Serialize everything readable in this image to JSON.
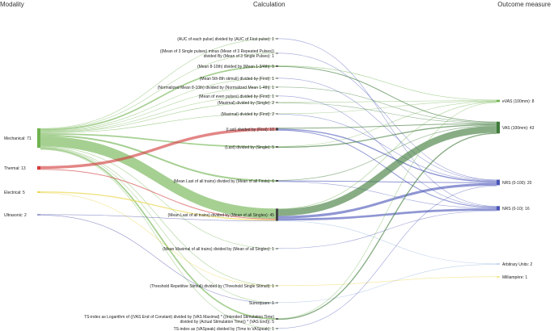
{
  "headers": {
    "left": "Modality",
    "middle": "Calculation",
    "right": "Outcome measure"
  },
  "chart_data": {
    "type": "sankey",
    "columns": [
      "Modality",
      "Calculation",
      "Outcome measure"
    ],
    "colors": {
      "mechanical": "#6fb34f",
      "thermal": "#d23b3b",
      "electrical": "#e8d23a",
      "ultrasonic": "#3a3fa0",
      "calc_to_vas": "#3f7a3a",
      "calc_to_nrs": "#4a55b8",
      "calc_to_other": "#8fb0e0"
    },
    "nodes": [
      {
        "id": "mech",
        "col": 0,
        "label": "Mechanical: 71",
        "value": 71,
        "color": "#6fb34f"
      },
      {
        "id": "therm",
        "col": 0,
        "label": "Thermal: 13",
        "value": 13,
        "color": "#d23b3b"
      },
      {
        "id": "elec",
        "col": 0,
        "label": "Electrical: 5",
        "value": 5,
        "color": "#e8d23a"
      },
      {
        "id": "ultra",
        "col": 0,
        "label": "Ultrasonic: 2",
        "value": 2,
        "color": "#3a3fa0"
      },
      {
        "id": "c1",
        "col": 1,
        "label": "(AUC of each pulse) divided by (AUC of First pulse): 1",
        "value": 1
      },
      {
        "id": "c2",
        "col": 1,
        "label": "((Mean of 3 Single pulses) minus (Mean of 3 Repeated Pulses)) divided By (Mean of 3 Single Pulses): 1",
        "lines": [
          "((Mean of 3 Single pulses) minus (Mean of 3 Repeated Pulses))",
          "divided By (Mean of 3 Single Pulses): 1"
        ],
        "value": 1
      },
      {
        "id": "c3",
        "col": 1,
        "label": "(Mean 8-10th) divided by (Mean 1-3/4th): 5",
        "value": 5
      },
      {
        "id": "c4",
        "col": 1,
        "label": "(Mean 5th-8th stimuli) divided by (First): 1",
        "value": 1
      },
      {
        "id": "c5",
        "col": 1,
        "label": "(Normalized Mean 8-10th) divided by (Normalized Mean 1-4th): 1",
        "value": 1
      },
      {
        "id": "c6",
        "col": 1,
        "label": "(Mean of even pulses) divided by (First): 1",
        "value": 1
      },
      {
        "id": "c7",
        "col": 1,
        "label": "(Maximal) divided by (Single): 2",
        "value": 2
      },
      {
        "id": "c8",
        "col": 1,
        "label": "(Maximal) divided by (First): 2",
        "value": 2
      },
      {
        "id": "c9",
        "col": 1,
        "label": "(Last) divided by (First): 10",
        "value": 10
      },
      {
        "id": "c10",
        "col": 1,
        "label": "(Last) divided by (Single): 5",
        "value": 5
      },
      {
        "id": "c11",
        "col": 1,
        "label": "(Mean Last of all trains) divided by (Mean of all Firsts): 6",
        "value": 6
      },
      {
        "id": "c12",
        "col": 1,
        "label": "(Mean Last of all trains) divided by (Mean of all Singles): 45",
        "value": 45
      },
      {
        "id": "c13",
        "col": 1,
        "label": "(Mean Maximal of all trains) divided by (Mean of all Singles): 1",
        "value": 1
      },
      {
        "id": "c14",
        "col": 1,
        "label": "(Threshold Repetitive Stimuli) divided by (Threshold Single Stimuli): 1",
        "value": 1
      },
      {
        "id": "c15",
        "col": 1,
        "label": "Sumsquare: 1",
        "value": 1
      },
      {
        "id": "c16",
        "col": 1,
        "label": "TS-index as Logarithm of ((VAS End of Constant) divided by (VAS Maximal) * ((Intended Stimulation Time) divided by (Actual Stimulation Time)) * (VAS End)): 5",
        "lines": [
          "TS-index as Logarithm of ((VAS End of Constant) divided by (VAS Maximal) * ((Intended Stimulation Time)",
          "divided by (Actual Stimulation Time)) * (VAS End)): 5"
        ],
        "value": 5
      },
      {
        "id": "c17",
        "col": 1,
        "label": "TS-index as (VASpeak) divided by (Time to VASpeak): 1",
        "value": 1
      },
      {
        "id": "o1",
        "col": 2,
        "label": "eVAS (100mm): 8",
        "value": 8,
        "color": "#6fb34f"
      },
      {
        "id": "o2",
        "col": 2,
        "label": "VAS (100mm): 43",
        "value": 43,
        "color": "#3f7a3a"
      },
      {
        "id": "o3",
        "col": 2,
        "label": "NRS (0-100): 20",
        "value": 20,
        "color": "#4a55b8"
      },
      {
        "id": "o4",
        "col": 2,
        "label": "NRS (0-10): 16",
        "value": 16,
        "color": "#4a55b8"
      },
      {
        "id": "o5",
        "col": 2,
        "label": "Arbitrary Units: 2",
        "value": 2,
        "color": "#8fb0e0"
      },
      {
        "id": "o6",
        "col": 2,
        "label": "Milliampère: 1",
        "value": 1,
        "color": "#e8d23a"
      }
    ],
    "links": [
      {
        "source": "mech",
        "target": "c1",
        "value": 1
      },
      {
        "source": "mech",
        "target": "c2",
        "value": 1
      },
      {
        "source": "mech",
        "target": "c3",
        "value": 5
      },
      {
        "source": "mech",
        "target": "c4",
        "value": 1
      },
      {
        "source": "mech",
        "target": "c5",
        "value": 1
      },
      {
        "source": "mech",
        "target": "c6",
        "value": 1
      },
      {
        "source": "mech",
        "target": "c7",
        "value": 2
      },
      {
        "source": "mech",
        "target": "c8",
        "value": 2
      },
      {
        "source": "mech",
        "target": "c10",
        "value": 5
      },
      {
        "source": "mech",
        "target": "c11",
        "value": 6
      },
      {
        "source": "mech",
        "target": "c12",
        "value": 37
      },
      {
        "source": "mech",
        "target": "c13",
        "value": 1
      },
      {
        "source": "mech",
        "target": "c14",
        "value": 1
      },
      {
        "source": "mech",
        "target": "c15",
        "value": 1
      },
      {
        "source": "mech",
        "target": "c16",
        "value": 5
      },
      {
        "source": "mech",
        "target": "c17",
        "value": 1
      },
      {
        "source": "therm",
        "target": "c9",
        "value": 10
      },
      {
        "source": "therm",
        "target": "c12",
        "value": 3
      },
      {
        "source": "elec",
        "target": "c12",
        "value": 4
      },
      {
        "source": "elec",
        "target": "c14",
        "value": 1
      },
      {
        "source": "ultra",
        "target": "c12",
        "value": 1
      },
      {
        "source": "ultra",
        "target": "c15",
        "value": 1
      },
      {
        "source": "c1",
        "target": "o4",
        "value": 1
      },
      {
        "source": "c2",
        "target": "o3",
        "value": 1
      },
      {
        "source": "c3",
        "target": "o1",
        "value": 2
      },
      {
        "source": "c3",
        "target": "o2",
        "value": 3
      },
      {
        "source": "c4",
        "target": "o3",
        "value": 1
      },
      {
        "source": "c5",
        "target": "o2",
        "value": 1
      },
      {
        "source": "c6",
        "target": "o4",
        "value": 1
      },
      {
        "source": "c7",
        "target": "o1",
        "value": 1
      },
      {
        "source": "c7",
        "target": "o2",
        "value": 1
      },
      {
        "source": "c8",
        "target": "o1",
        "value": 1
      },
      {
        "source": "c8",
        "target": "o3",
        "value": 1
      },
      {
        "source": "c9",
        "target": "o2",
        "value": 3
      },
      {
        "source": "c9",
        "target": "o3",
        "value": 4
      },
      {
        "source": "c9",
        "target": "o4",
        "value": 3
      },
      {
        "source": "c10",
        "target": "o1",
        "value": 1
      },
      {
        "source": "c10",
        "target": "o2",
        "value": 4
      },
      {
        "source": "c11",
        "target": "o2",
        "value": 2
      },
      {
        "source": "c11",
        "target": "o3",
        "value": 3
      },
      {
        "source": "c11",
        "target": "o4",
        "value": 1
      },
      {
        "source": "c12",
        "target": "o1",
        "value": 2
      },
      {
        "source": "c12",
        "target": "o2",
        "value": 25
      },
      {
        "source": "c12",
        "target": "o3",
        "value": 9
      },
      {
        "source": "c12",
        "target": "o4",
        "value": 8
      },
      {
        "source": "c12",
        "target": "o5",
        "value": 1
      },
      {
        "source": "c13",
        "target": "o4",
        "value": 1
      },
      {
        "source": "c14",
        "target": "o6",
        "value": 1
      },
      {
        "source": "c15",
        "target": "o5",
        "value": 1
      },
      {
        "source": "c16",
        "target": "o2",
        "value": 4
      },
      {
        "source": "c16",
        "target": "o1",
        "value": 1
      },
      {
        "source": "c17",
        "target": "o3",
        "value": 1
      }
    ]
  }
}
